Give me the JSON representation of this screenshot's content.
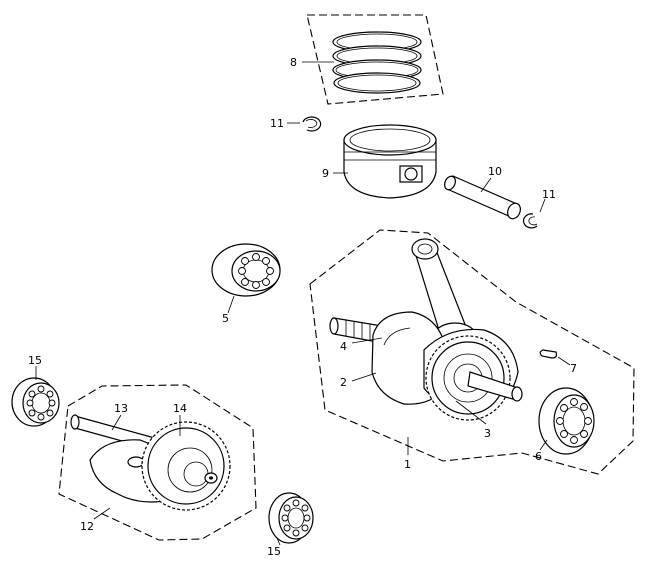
{
  "callouts": {
    "c1": "1",
    "c2": "2",
    "c3": "3",
    "c4": "4",
    "c5": "5",
    "c6": "6",
    "c7": "7",
    "c8": "8",
    "c9": "9",
    "c10": "10",
    "c11a": "11",
    "c11b": "11",
    "c12": "12",
    "c13": "13",
    "c14": "14",
    "c15a": "15",
    "c15b": "15"
  }
}
